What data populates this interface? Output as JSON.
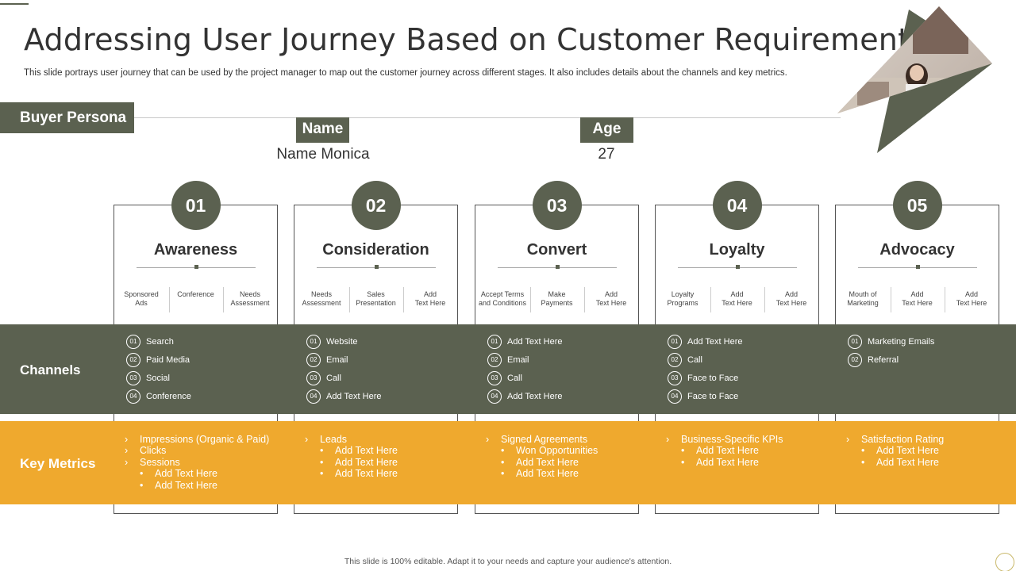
{
  "slide": {
    "title": "Addressing User Journey Based on Customer Requirement",
    "subtitle": "This slide portrays user journey that can be used by the project manager to map out the customer journey across different stages. It also includes details about the channels and key metrics.",
    "footer": "This slide is 100% editable. Adapt it to your needs and capture your audience's attention."
  },
  "persona": {
    "tab_label": "Buyer Persona",
    "name_label": "Name",
    "name_value": "Name  Monica",
    "age_label": "Age",
    "age_value": "27"
  },
  "colors": {
    "olive": "#5b6150",
    "amber": "#efa92e"
  },
  "bands": {
    "channels_label": "Channels",
    "metrics_label": "Key Metrics"
  },
  "stages": [
    {
      "number": "01",
      "title": "Awareness",
      "touchpoints": [
        "Sponsored\nAds",
        "Conference",
        "Needs\nAssessment"
      ],
      "channels": [
        {
          "num": "01",
          "text": "Search"
        },
        {
          "num": "02",
          "text": "Paid Media"
        },
        {
          "num": "03",
          "text": "Social"
        },
        {
          "num": "04",
          "text": "Conference"
        }
      ],
      "metrics": [
        {
          "bullet": "›",
          "text": "Impressions (Organic & Paid)",
          "level": 0
        },
        {
          "bullet": "›",
          "text": "Clicks",
          "level": 0
        },
        {
          "bullet": "›",
          "text": "Sessions",
          "level": 0
        },
        {
          "bullet": "•",
          "text": "Add Text Here",
          "level": 1
        },
        {
          "bullet": "•",
          "text": "Add Text Here",
          "level": 1
        }
      ]
    },
    {
      "number": "02",
      "title": "Consideration",
      "touchpoints": [
        "Needs\nAssessment",
        "Sales\nPresentation",
        "Add\nText Here"
      ],
      "channels": [
        {
          "num": "01",
          "text": "Website"
        },
        {
          "num": "02",
          "text": "Email"
        },
        {
          "num": "03",
          "text": "Call"
        },
        {
          "num": "04",
          "text": "Add Text Here"
        }
      ],
      "metrics": [
        {
          "bullet": "›",
          "text": "Leads",
          "level": 0
        },
        {
          "bullet": "•",
          "text": "Add Text Here",
          "level": 1
        },
        {
          "bullet": "•",
          "text": "Add Text Here",
          "level": 1
        },
        {
          "bullet": "•",
          "text": "Add Text Here",
          "level": 1
        }
      ]
    },
    {
      "number": "03",
      "title": "Convert",
      "touchpoints": [
        "Accept Terms\nand Conditions",
        "Make\nPayments",
        "Add\nText Here"
      ],
      "channels": [
        {
          "num": "01",
          "text": "Add Text Here"
        },
        {
          "num": "02",
          "text": "Email"
        },
        {
          "num": "03",
          "text": "Call"
        },
        {
          "num": "04",
          "text": "Add Text Here"
        }
      ],
      "metrics": [
        {
          "bullet": "›",
          "text": "Signed Agreements",
          "level": 0
        },
        {
          "bullet": "•",
          "text": "Won Opportunities",
          "level": 1
        },
        {
          "bullet": "•",
          "text": "Add Text Here",
          "level": 1
        },
        {
          "bullet": "•",
          "text": "Add Text Here",
          "level": 1
        }
      ]
    },
    {
      "number": "04",
      "title": "Loyalty",
      "touchpoints": [
        "Loyalty\nPrograms",
        "Add\nText Here",
        "Add\nText Here"
      ],
      "channels": [
        {
          "num": "01",
          "text": "Add Text Here"
        },
        {
          "num": "02",
          "text": "Call"
        },
        {
          "num": "03",
          "text": "Face to Face"
        },
        {
          "num": "04",
          "text": "Face to Face"
        }
      ],
      "metrics": [
        {
          "bullet": "›",
          "text": "Business-Specific KPIs",
          "level": 0
        },
        {
          "bullet": "•",
          "text": "Add Text Here",
          "level": 1
        },
        {
          "bullet": "•",
          "text": "Add Text Here",
          "level": 1
        }
      ]
    },
    {
      "number": "05",
      "title": "Advocacy",
      "touchpoints": [
        "Mouth of\nMarketing",
        "Add\nText Here",
        "Add\nText Here"
      ],
      "channels": [
        {
          "num": "01",
          "text": "Marketing Emails"
        },
        {
          "num": "02",
          "text": "Referral"
        }
      ],
      "metrics": [
        {
          "bullet": "›",
          "text": "Satisfaction Rating",
          "level": 0
        },
        {
          "bullet": "•",
          "text": "Add Text Here",
          "level": 1
        },
        {
          "bullet": "•",
          "text": "Add Text Here",
          "level": 1
        }
      ]
    }
  ]
}
